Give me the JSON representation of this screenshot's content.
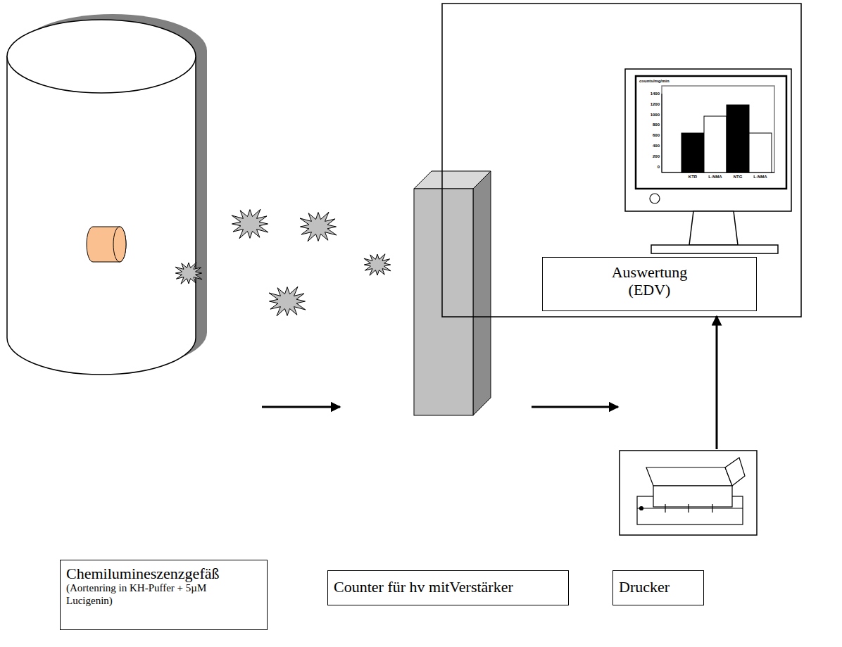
{
  "diagram": {
    "nodes": [
      {
        "text": [
          "Auswertung (EDV)"
        ]
      },
      {
        "text": [
          "Chemilumineszenzgefäß",
          "(Aortenring in KH-Puffer + 5µM Lucigenin)"
        ]
      },
      {
        "text": [
          "Counter für hv mitVerstärker"
        ]
      },
      {
        "text": [
          "Drucker"
        ]
      }
    ],
    "labels": [
      "counts/mg/min",
      "1400",
      "1200",
      "1000",
      "800",
      "600",
      "400",
      "200",
      "0",
      "KTR",
      "L-NMA",
      "NTG",
      "L-NMA"
    ]
  }
}
